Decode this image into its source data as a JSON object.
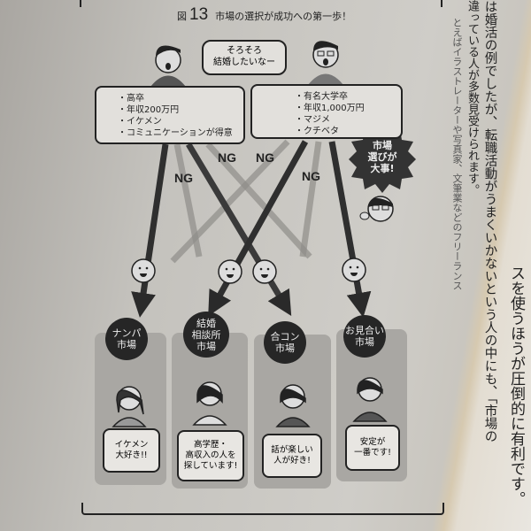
{
  "figure": {
    "label": "図",
    "number": "13",
    "title": "市場の選択が成功への第一歩！"
  },
  "speech": [
    "そろそろ",
    "結婚したいなー"
  ],
  "left_man": {
    "traits": [
      "・高卒",
      "・年収200万円",
      "・イケメン",
      "・コミュニケーションが得意"
    ]
  },
  "right_man": {
    "traits": [
      "・有名大学卒",
      "・年収1,000万円",
      "・マジメ",
      "・クチベタ"
    ]
  },
  "ng_label": "NG",
  "starburst": [
    "市場",
    "選びが",
    "大事!"
  ],
  "markets": [
    {
      "name": [
        "ナンパ",
        "市場"
      ],
      "quote": [
        "イケメン",
        "大好き!!"
      ]
    },
    {
      "name": [
        "結婚",
        "相談所",
        "市場"
      ],
      "quote": [
        "高学歴・",
        "高収入の人を",
        "探しています!"
      ]
    },
    {
      "name": [
        "合コン",
        "市場"
      ],
      "quote": [
        "話が楽しい",
        "人が好き!"
      ]
    },
    {
      "name": [
        "お見合い",
        "市場"
      ],
      "quote": [
        "安定が",
        "一番です!"
      ]
    }
  ],
  "right_page": {
    "lines": [
      "スを使うほうが圧倒的に有利です。",
      "は婚活の例でしたが、転職活動がうまくいかないという人の中にも、「市場の",
      "違っている人が多数見受けられます。",
      "とえばイラストレーターや写真家、文筆業などのフリーランス"
    ]
  }
}
